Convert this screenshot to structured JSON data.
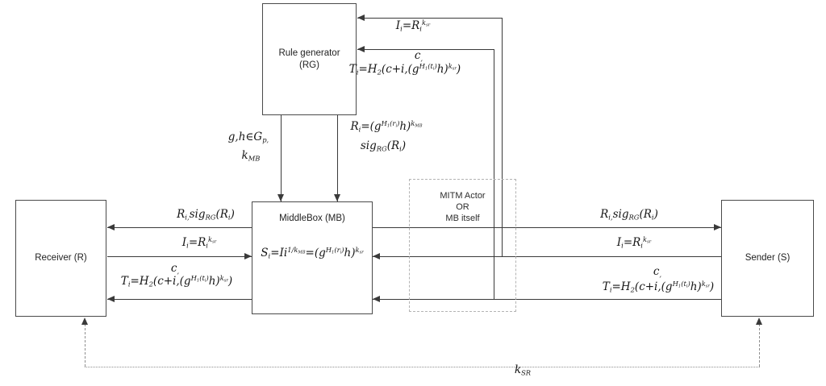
{
  "colors": {
    "line": "#3a3a3a",
    "boxline": "#4a4a4a",
    "dashed": "#8f8f8f",
    "mitmline": "#b3b3b3",
    "text": "#161616",
    "bg": "#ffffff"
  },
  "boxes": {
    "rule_generator": {
      "lines": [
        "Rule generator",
        "(RG)"
      ]
    },
    "middlebox": {
      "title": "MiddleBox (MB)",
      "formula": "S_{i}=Ii^{1/k_{MB}}=(g^{H_{1}(r_{i})}h)^{k_{sr}}"
    },
    "receiver": {
      "label": "Receiver (R)"
    },
    "sender": {
      "label": "Sender (S)"
    },
    "mitm": {
      "lines": [
        "MITM Actor",
        "OR",
        "MB itself"
      ]
    }
  },
  "messages": {
    "to_rg_identity": "I_{i}=R_{i}^{k_{sr}}",
    "to_rg_token_c": "c_{,}",
    "to_rg_token": "T_{i}=H_{2}(c+i,(g^{H_{1}(t_{i})}h)^{k_{sr}})",
    "rg_to_mb_params_1": "g,h∈G_{p,}",
    "rg_to_mb_params_2": "k_{MB}",
    "rg_to_mb_rule_1": "R_{i}=(g^{H_{1}(r_{i})}h)^{k_{MB}}",
    "rg_to_mb_rule_2": "sig_{RG}(R_{i})",
    "receiver_rule": "R_{i,}sig_{RG}(R_{i})",
    "receiver_identity": "I_{i}=R_{i}^{k_{sr}}",
    "receiver_token_c": "c_{,}",
    "receiver_token": "T_{i}=H_{2}(c+i,(g^{H_{1}(t_{i})}h)^{k_{sr}})",
    "sender_rule": "R_{i,}sig_{RG}(R_{i})",
    "sender_identity": "I_{i}=R_{i}^{k_{sr}}",
    "sender_token_c": "c_{,}",
    "sender_token": "T_{i}=H_{2}(c+i,(g^{H_{1}(t_{i})}h)^{k_{sr}})",
    "shared_key": "k_{SR}"
  }
}
